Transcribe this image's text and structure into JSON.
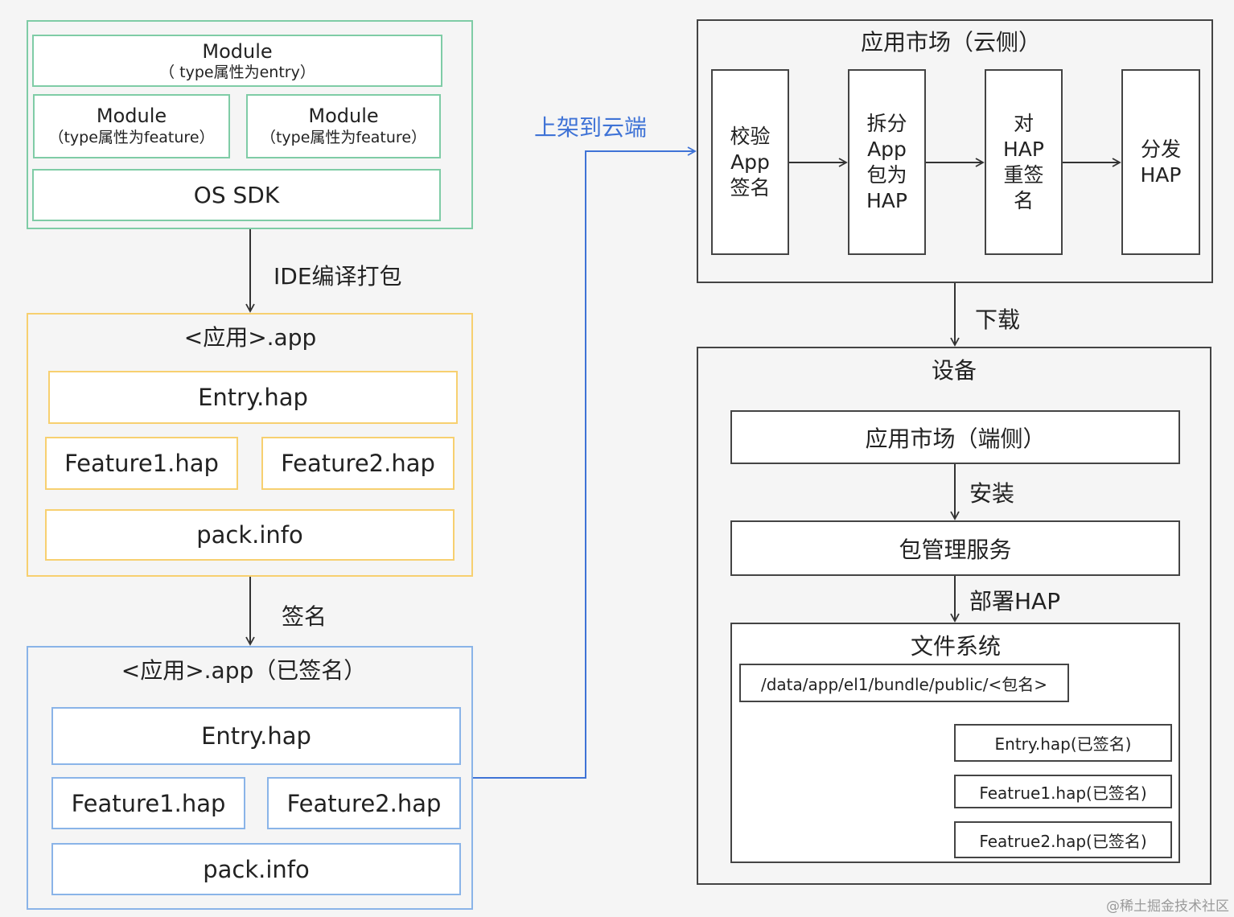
{
  "source_group": {
    "entry_module": {
      "title": "Module",
      "subtitle": "（ type属性为entry）"
    },
    "feature_module_1": {
      "title": "Module",
      "subtitle": "（type属性为feature）"
    },
    "feature_module_2": {
      "title": "Module",
      "subtitle": "（type属性为feature）"
    },
    "os_sdk": "OS SDK"
  },
  "edges": {
    "compile": "IDE编译打包",
    "sign": "签名",
    "upload": "上架到云端",
    "download": "下载",
    "install": "安装",
    "deploy": "部署HAP"
  },
  "app_package": {
    "title": "<应用>.app",
    "entry": "Entry.hap",
    "feature1": "Feature1.hap",
    "feature2": "Feature2.hap",
    "pack_info": "pack.info"
  },
  "signed_package": {
    "title": "<应用>.app（已签名）",
    "entry": "Entry.hap",
    "feature1": "Feature1.hap",
    "feature2": "Feature2.hap",
    "pack_info": "pack.info"
  },
  "cloud_market": {
    "title": "应用市场（云侧）",
    "steps": [
      {
        "lines": [
          "校验",
          "App",
          "签名"
        ]
      },
      {
        "lines": [
          "拆分",
          "App",
          "包为",
          "HAP"
        ]
      },
      {
        "lines": [
          "对",
          "HAP",
          "重签",
          "名"
        ]
      },
      {
        "lines": [
          "分发",
          "HAP"
        ]
      }
    ]
  },
  "device": {
    "title": "设备",
    "market_client": "应用市场（端侧）",
    "bundle_service": "包管理服务",
    "file_system": {
      "title": "文件系统",
      "path": "/data/app/el1/bundle/public/<包名>",
      "files": [
        "Entry.hap(已签名)",
        "Featrue1.hap(已签名)",
        "Featrue2.hap(已签名)"
      ]
    }
  },
  "watermark": "@稀土掘金技术社区",
  "colors": {
    "source_border": "#7fcca6",
    "app_border": "#f7d070",
    "signed_border": "#8ab4e8",
    "upload_line": "#3f73d6",
    "dark": "#444444"
  }
}
